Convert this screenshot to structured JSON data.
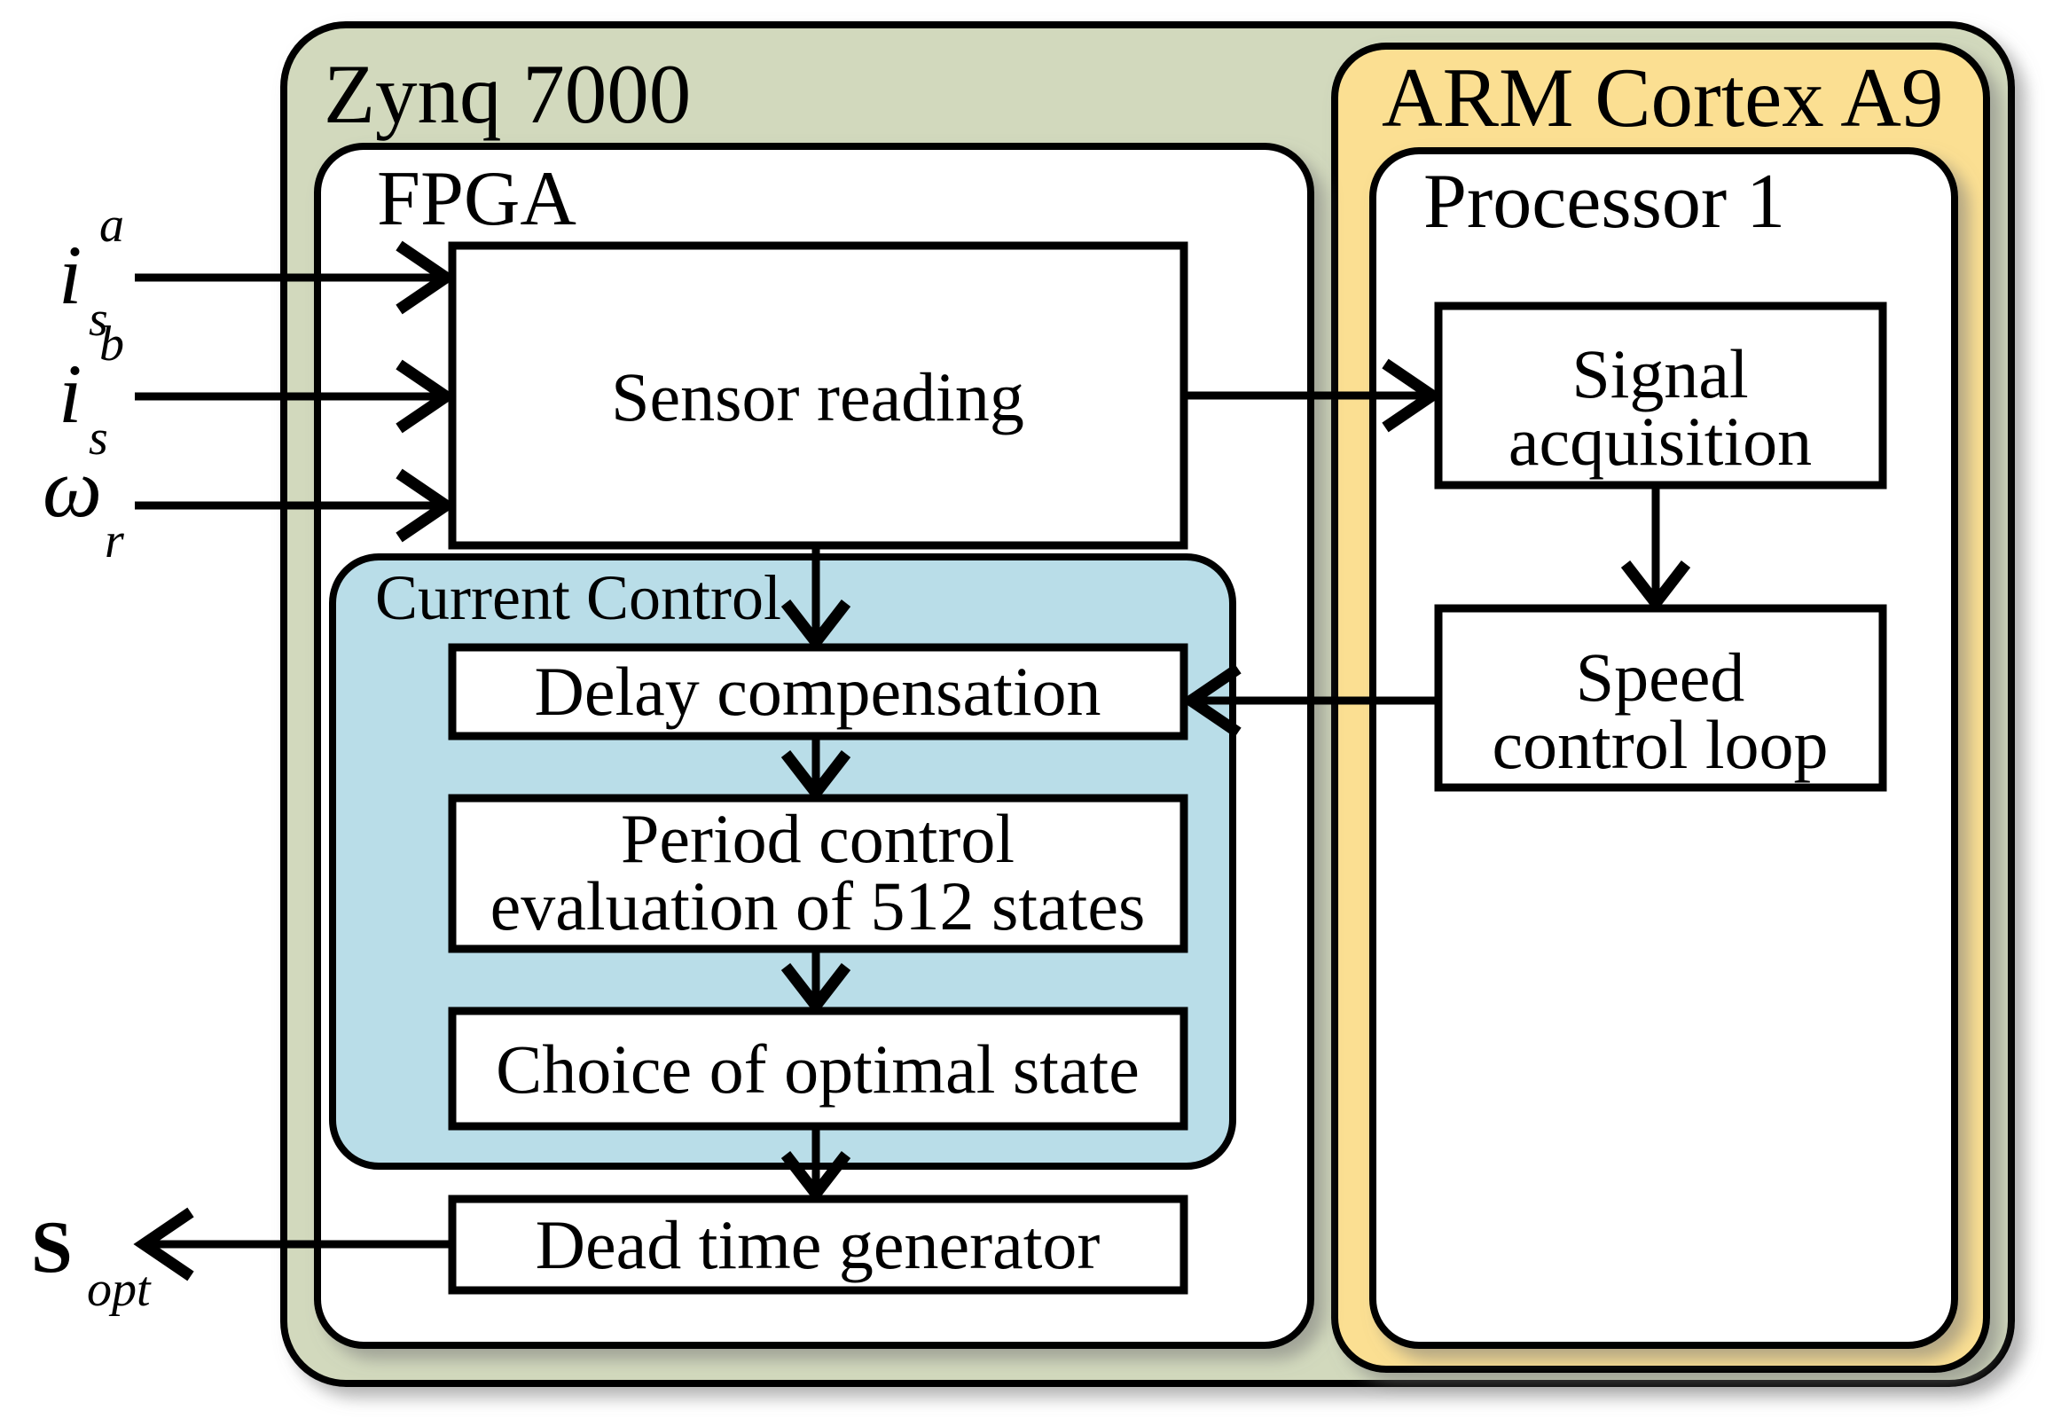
{
  "colors": {
    "zynq_green": "#d2d9bd",
    "arm_yellow": "#fbdf92",
    "current_control_blue": "#b9dde8",
    "box_white": "#ffffff",
    "line_black": "#000000"
  },
  "containers": {
    "zynq": {
      "label": "Zynq 7000"
    },
    "arm": {
      "label": "ARM Cortex A9"
    },
    "fpga": {
      "label": "FPGA"
    },
    "processor": {
      "label": "Processor 1"
    },
    "current_control": {
      "label": "Current Control"
    }
  },
  "blocks": {
    "sensor_reading": {
      "label": "Sensor reading"
    },
    "delay_compensation": {
      "label": "Delay compensation"
    },
    "period_control": {
      "line1": "Period control",
      "line2": "evaluation of 512 states"
    },
    "choice_optimal": {
      "label": "Choice of optimal state"
    },
    "dead_time": {
      "label": "Dead time generator"
    },
    "signal_acquisition": {
      "line1": "Signal",
      "line2": "acquisition"
    },
    "speed_control": {
      "line1": "Speed",
      "line2": "control loop"
    }
  },
  "inputs": [
    {
      "base": "i",
      "sup": "a",
      "sub": "s"
    },
    {
      "base": "i",
      "sup": "b",
      "sub": "s"
    },
    {
      "base": "ω",
      "sub": "r"
    }
  ],
  "output": {
    "base": "S",
    "sub": "opt"
  }
}
